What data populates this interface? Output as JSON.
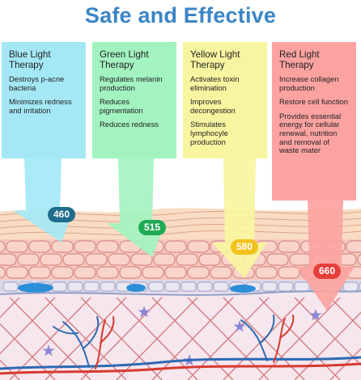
{
  "title": "Safe and Effective",
  "cards": [
    {
      "heading": "Blue Light Therapy",
      "items": [
        "Destroys p-acne bacteria",
        "Minimizes redness and irritation"
      ],
      "wavelength": "460",
      "color": "#a4e8f6",
      "badge_color": "#1f6c8c"
    },
    {
      "heading": "Green Light Therapy",
      "items": [
        "Regulates melanin production",
        "Reduces pigmentation",
        "Reduces redness"
      ],
      "wavelength": "515",
      "color": "#a3f3c0",
      "badge_color": "#1fab55"
    },
    {
      "heading": "Yellow Light Therapy",
      "items": [
        "Activates toxin elimination",
        "Improves decongestion",
        "Stimulates lymphocyle production"
      ],
      "wavelength": "580",
      "color": "#f7f5a0",
      "badge_color": "#f3c21b"
    },
    {
      "heading": "Red Light Therapy",
      "items": [
        "Increase collagen production",
        "Restore cell function",
        "Provides essential energy for cellular renewal, nutrition and removal of waste mater"
      ],
      "wavelength": "660",
      "color": "#fca3a1",
      "badge_color": "#e63f3a"
    }
  ]
}
